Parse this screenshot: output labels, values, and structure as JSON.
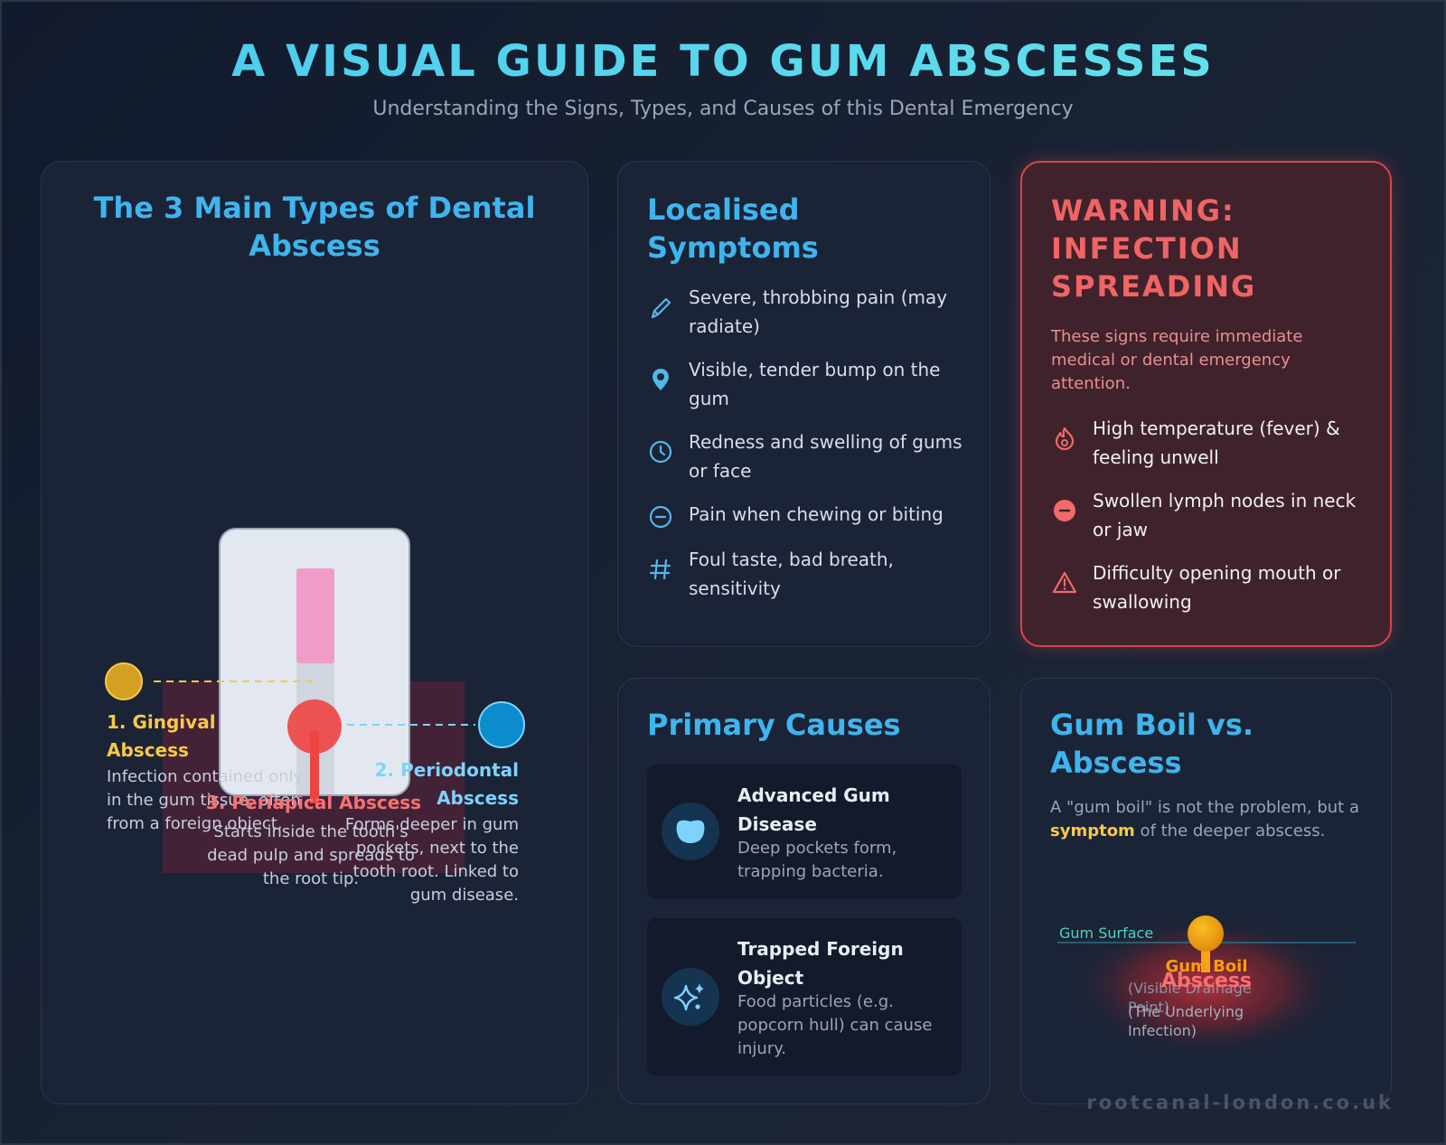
{
  "header": {
    "title": "A VISUAL GUIDE TO GUM ABSCESSES",
    "subtitle": "Understanding the Signs, Types, and Causes of this Dental Emergency"
  },
  "types": {
    "title": "The 3 Main Types of Dental Abscess",
    "gingival": {
      "label": "1. Gingival Abscess",
      "desc": "Infection contained only in the gum tissue, often from a foreign object.",
      "color": "#f7c948"
    },
    "periodontal": {
      "label": "2. Periodontal Abscess",
      "desc": "Forms deeper in gum pockets, next to the tooth root. Linked to gum disease.",
      "color": "#7dd3fc"
    },
    "periapical": {
      "label": "3. Periapical Abscess",
      "desc": "Starts inside the tooth's dead pulp and spreads to the root tip.",
      "color": "#f87171"
    }
  },
  "symptoms": {
    "title": "Localised Symptoms",
    "items": [
      {
        "icon": "pen-icon",
        "text": "Severe, throbbing pain (may radiate)"
      },
      {
        "icon": "map-pin-icon",
        "text": "Visible, tender bump on the gum"
      },
      {
        "icon": "clock-icon",
        "text": "Redness and swelling of gums or face"
      },
      {
        "icon": "minus-circle-icon",
        "text": "Pain when chewing or biting"
      },
      {
        "icon": "hash-icon",
        "text": "Foul taste, bad breath, sensitivity"
      }
    ]
  },
  "warning": {
    "title": "WARNING: INFECTION SPREADING",
    "desc": "These signs require immediate medical or dental emergency attention.",
    "items": [
      {
        "icon": "flame-icon",
        "text": "High temperature (fever) & feeling unwell"
      },
      {
        "icon": "minus-circle-icon",
        "text": "Swollen lymph nodes in neck or jaw"
      },
      {
        "icon": "alert-triangle-icon",
        "text": "Difficulty opening mouth or swallowing"
      }
    ]
  },
  "causes": {
    "title": "Primary Causes",
    "items": [
      {
        "icon": "tooth-icon",
        "title": "Advanced Gum Disease",
        "desc": "Deep pockets form, trapping bacteria."
      },
      {
        "icon": "sparkle-icon",
        "title": "Trapped Foreign Object",
        "desc": "Food particles (e.g. popcorn hull) can cause injury."
      }
    ]
  },
  "boil": {
    "title": "Gum Boil vs. Abscess",
    "desc_prefix": "A \"gum boil\" is not the problem, but a ",
    "desc_highlight": "symptom",
    "desc_suffix": " of the deeper abscess.",
    "surface_label": "Gum Surface",
    "boil_label": "Gum Boil",
    "boil_sub": "(Visible Drainage Point)",
    "abscess_label": "Abscess",
    "abscess_sub": "(The Underlying Infection)"
  },
  "footer": "rootcanal-london.co.uk"
}
